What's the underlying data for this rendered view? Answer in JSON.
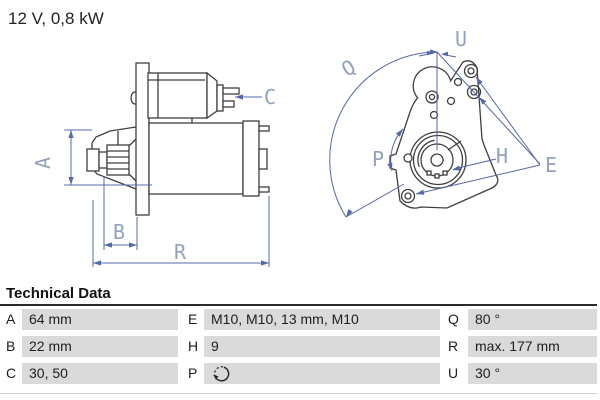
{
  "title": "12 V, 0,8 kW",
  "colors": {
    "dimension_blue": "#5568a8",
    "dimension_label_blue": "#93a0c2",
    "drawing_line_gray": "#3f3f3f",
    "table_row_gray": "#dadada"
  },
  "drawing_left": {
    "labels": {
      "a": "A",
      "b": "B",
      "c": "C",
      "r": "R"
    }
  },
  "drawing_right": {
    "labels": {
      "q": "Q",
      "u": "U",
      "p": "P",
      "h": "H",
      "e": "E"
    }
  },
  "table": {
    "heading": "Technical Data",
    "columns": [
      {
        "rows": [
          {
            "key": "A",
            "value": "64 mm"
          },
          {
            "key": "B",
            "value": "22 mm"
          },
          {
            "key": "C",
            "value": "30, 50"
          }
        ]
      },
      {
        "rows": [
          {
            "key": "E",
            "value": "M10, M10, 13 mm, M10"
          },
          {
            "key": "H",
            "value": "9"
          },
          {
            "key": "P",
            "value": "",
            "icon": "rotation-direction-icon"
          }
        ]
      },
      {
        "rows": [
          {
            "key": "Q",
            "value": "80 °"
          },
          {
            "key": "R",
            "value": "max. 177 mm"
          },
          {
            "key": "U",
            "value": "30 °"
          }
        ]
      }
    ]
  }
}
